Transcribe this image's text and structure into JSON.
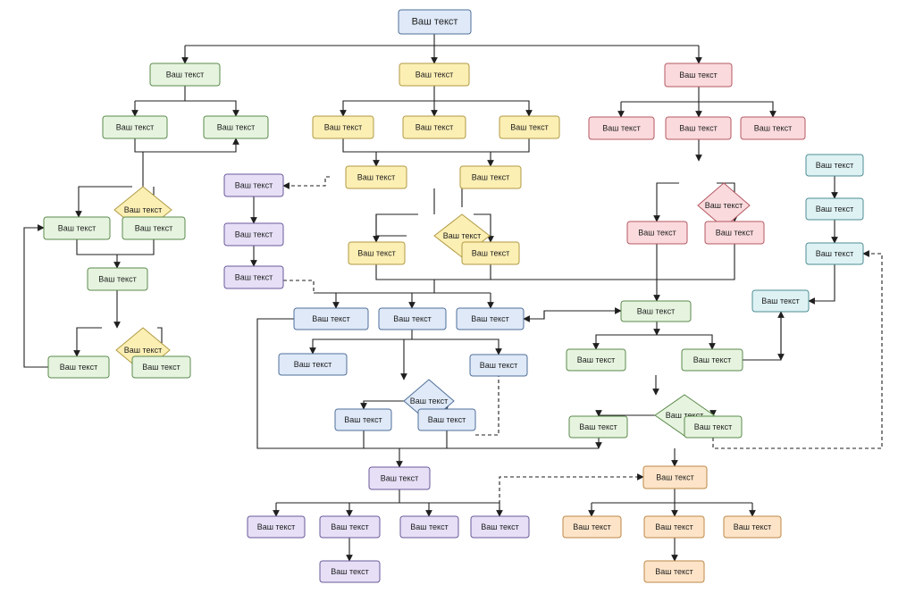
{
  "palette": {
    "blue": {
      "fill": "#dfe9f8",
      "stroke": "#4f6f99"
    },
    "green": {
      "fill": "#e6f4df",
      "stroke": "#5b8a4c"
    },
    "yellow": {
      "fill": "#fcefb4",
      "stroke": "#b09a43"
    },
    "pink": {
      "fill": "#fadadd",
      "stroke": "#b45862"
    },
    "purple": {
      "fill": "#e6dff6",
      "stroke": "#6a5a99"
    },
    "cyan": {
      "fill": "#def2f4",
      "stroke": "#4d8c93"
    },
    "orange": {
      "fill": "#fde4c8",
      "stroke": "#bd8747"
    },
    "line": "#1f1f1f"
  },
  "nodes": [
    {
      "id": "root",
      "text": "Ваш текст",
      "shape": "box",
      "color": "blue"
    },
    {
      "id": "g1",
      "text": "Ваш текст",
      "shape": "box",
      "color": "green"
    },
    {
      "id": "g2",
      "text": "Ваш текст",
      "shape": "box",
      "color": "green"
    },
    {
      "id": "g3",
      "text": "Ваш текст",
      "shape": "box",
      "color": "green"
    },
    {
      "id": "gd1",
      "text": "Ваш текст",
      "shape": "diamond",
      "color": "yellow"
    },
    {
      "id": "g4",
      "text": "Ваш текст",
      "shape": "box",
      "color": "green"
    },
    {
      "id": "g5",
      "text": "Ваш текст",
      "shape": "box",
      "color": "green"
    },
    {
      "id": "g6",
      "text": "Ваш текст",
      "shape": "box",
      "color": "green"
    },
    {
      "id": "gd2",
      "text": "Ваш текст",
      "shape": "diamond",
      "color": "yellow"
    },
    {
      "id": "g7",
      "text": "Ваш текст",
      "shape": "box",
      "color": "green"
    },
    {
      "id": "g8",
      "text": "Ваш текст",
      "shape": "box",
      "color": "green"
    },
    {
      "id": "y1",
      "text": "Ваш текст",
      "shape": "box",
      "color": "yellow"
    },
    {
      "id": "y2",
      "text": "Ваш текст",
      "shape": "box",
      "color": "yellow"
    },
    {
      "id": "y3",
      "text": "Ваш текст",
      "shape": "box",
      "color": "yellow"
    },
    {
      "id": "y4",
      "text": "Ваш текст",
      "shape": "box",
      "color": "yellow"
    },
    {
      "id": "y5",
      "text": "Ваш текст",
      "shape": "box",
      "color": "yellow"
    },
    {
      "id": "y6",
      "text": "Ваш текст",
      "shape": "box",
      "color": "yellow"
    },
    {
      "id": "yd",
      "text": "Ваш текст",
      "shape": "diamond",
      "color": "yellow"
    },
    {
      "id": "y7",
      "text": "Ваш текст",
      "shape": "box",
      "color": "yellow"
    },
    {
      "id": "y8",
      "text": "Ваш текст",
      "shape": "box",
      "color": "yellow"
    },
    {
      "id": "p1",
      "text": "Ваш текст",
      "shape": "box",
      "color": "purple"
    },
    {
      "id": "p2",
      "text": "Ваш текст",
      "shape": "box",
      "color": "purple"
    },
    {
      "id": "p3",
      "text": "Ваш текст",
      "shape": "box",
      "color": "purple"
    },
    {
      "id": "r1",
      "text": "Ваш текст",
      "shape": "box",
      "color": "pink"
    },
    {
      "id": "r2",
      "text": "Ваш текст",
      "shape": "box",
      "color": "pink"
    },
    {
      "id": "r3",
      "text": "Ваш текст",
      "shape": "box",
      "color": "pink"
    },
    {
      "id": "r4",
      "text": "Ваш текст",
      "shape": "box",
      "color": "pink"
    },
    {
      "id": "rd",
      "text": "Ваш текст",
      "shape": "diamond",
      "color": "pink"
    },
    {
      "id": "r5",
      "text": "Ваш текст",
      "shape": "box",
      "color": "pink"
    },
    {
      "id": "r6",
      "text": "Ваш текст",
      "shape": "box",
      "color": "pink"
    },
    {
      "id": "c1",
      "text": "Ваш текст",
      "shape": "box",
      "color": "cyan"
    },
    {
      "id": "c2",
      "text": "Ваш текст",
      "shape": "box",
      "color": "cyan"
    },
    {
      "id": "c3",
      "text": "Ваш текст",
      "shape": "box",
      "color": "cyan"
    },
    {
      "id": "c4",
      "text": "Ваш текст",
      "shape": "box",
      "color": "cyan"
    },
    {
      "id": "b1",
      "text": "Ваш текст",
      "shape": "box",
      "color": "blue"
    },
    {
      "id": "b2",
      "text": "Ваш текст",
      "shape": "box",
      "color": "blue"
    },
    {
      "id": "b3",
      "text": "Ваш текст",
      "shape": "box",
      "color": "blue"
    },
    {
      "id": "b4",
      "text": "Ваш текст",
      "shape": "box",
      "color": "blue"
    },
    {
      "id": "b5",
      "text": "Ваш текст",
      "shape": "box",
      "color": "blue"
    },
    {
      "id": "bd",
      "text": "Ваш текст",
      "shape": "diamond",
      "color": "blue"
    },
    {
      "id": "b6",
      "text": "Ваш текст",
      "shape": "box",
      "color": "blue"
    },
    {
      "id": "b7",
      "text": "Ваш текст",
      "shape": "box",
      "color": "blue"
    },
    {
      "id": "gr1",
      "text": "Ваш текст",
      "shape": "box",
      "color": "green"
    },
    {
      "id": "gr2",
      "text": "Ваш текст",
      "shape": "box",
      "color": "green"
    },
    {
      "id": "gr3",
      "text": "Ваш текст",
      "shape": "box",
      "color": "green"
    },
    {
      "id": "grd",
      "text": "Ваш текст",
      "shape": "diamond",
      "color": "green"
    },
    {
      "id": "gr4",
      "text": "Ваш текст",
      "shape": "box",
      "color": "green"
    },
    {
      "id": "gr5",
      "text": "Ваш текст",
      "shape": "box",
      "color": "green"
    },
    {
      "id": "pb1",
      "text": "Ваш текст",
      "shape": "box",
      "color": "purple"
    },
    {
      "id": "pb2",
      "text": "Ваш текст",
      "shape": "box",
      "color": "purple"
    },
    {
      "id": "pb3",
      "text": "Ваш текст",
      "shape": "box",
      "color": "purple"
    },
    {
      "id": "pb4",
      "text": "Ваш текст",
      "shape": "box",
      "color": "purple"
    },
    {
      "id": "pb5",
      "text": "Ваш текст",
      "shape": "box",
      "color": "purple"
    },
    {
      "id": "pb6",
      "text": "Ваш текст",
      "shape": "box",
      "color": "purple"
    },
    {
      "id": "o1",
      "text": "Ваш текст",
      "shape": "box",
      "color": "orange"
    },
    {
      "id": "o2",
      "text": "Ваш текст",
      "shape": "box",
      "color": "orange"
    },
    {
      "id": "o3",
      "text": "Ваш текст",
      "shape": "box",
      "color": "orange"
    },
    {
      "id": "o4",
      "text": "Ваш текст",
      "shape": "box",
      "color": "orange"
    },
    {
      "id": "o5",
      "text": "Ваш текст",
      "shape": "box",
      "color": "orange"
    }
  ]
}
